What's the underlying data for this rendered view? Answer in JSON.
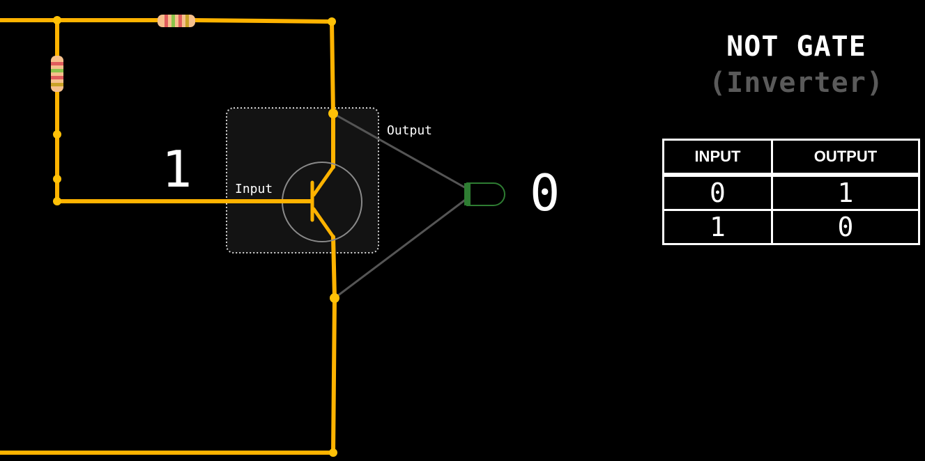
{
  "title": {
    "main": "NOT GATE",
    "sub": "(Inverter)"
  },
  "diagram": {
    "input_label": "Input",
    "output_label": "Output",
    "input_value": "1",
    "output_value": "0"
  },
  "truth_table": {
    "headers": [
      "INPUT",
      "OUTPUT"
    ],
    "rows": [
      [
        "0",
        "1"
      ],
      [
        "1",
        "0"
      ]
    ]
  },
  "colors": {
    "wire": "#ffb300",
    "node": "#ffc107",
    "led_off": "#2e7d32",
    "probe": "#555555",
    "background": "#000000",
    "subtitle": "#5a5a5a"
  }
}
